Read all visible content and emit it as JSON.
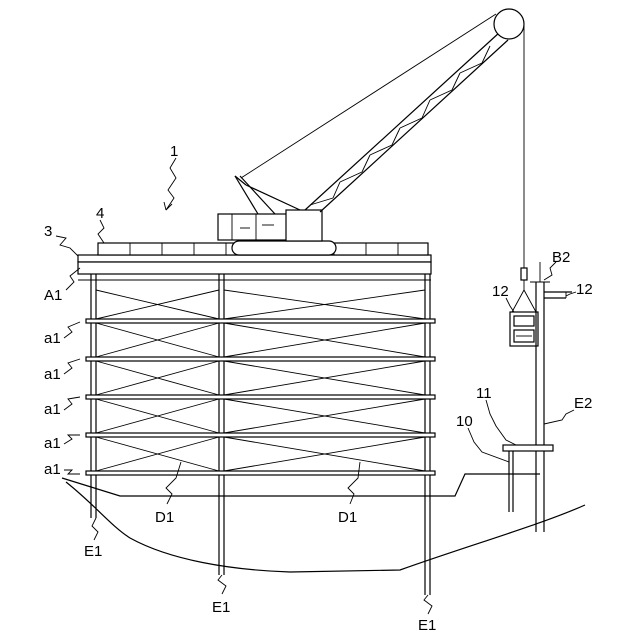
{
  "labels": {
    "crane": "1",
    "deck_beam": "3",
    "mat": "4",
    "girder": "A1",
    "bracing_level": "a1",
    "diagonal": "D1",
    "pile": "E1",
    "pile_right": "E2",
    "bracket": "B2",
    "clamp": "12",
    "guide_frame": "10",
    "guide_beam": "11"
  }
}
